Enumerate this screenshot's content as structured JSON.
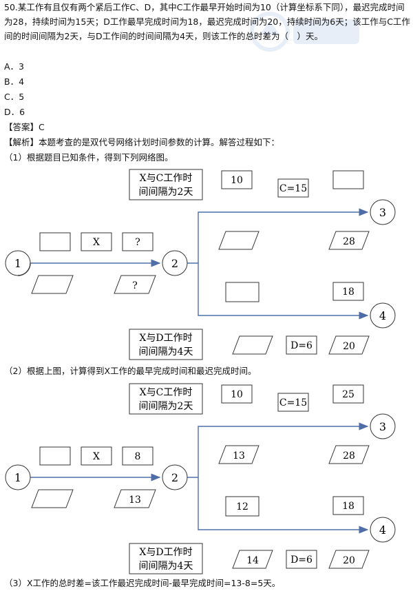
{
  "question": {
    "text": "50.某工作有且仅有两个紧后工作C、D，其中C工作最早开始时间为10（计算坐标系下同），最迟完成时间为28，持续时间为15天；D工作最早完成时间为18，最迟完成时间为20，持续时间为6天；该工作与C工作间的时间间隔为2天，与D工作间的时间间隔为4天，则该工作的总时差为（　）天。",
    "options": [
      "A．3",
      "B．4",
      "C．5",
      "D．6"
    ]
  },
  "answer": "【答案】C",
  "analysis": "【解析】本题考查的是双代号网络计划时间参数的计算。解答过程如下：",
  "step1": "（1）根据题目已知条件，得到下列网络图。",
  "step2": "（2）根据上图，计算得到X工作的最早完成时间和最迟完成时间。",
  "step3": "（3）X工作的总时差=该工作最迟完成时间-最早完成时间=13-8=5天。",
  "diagram1": {
    "note_c": [
      "X与C工作时",
      "间间隔为2天"
    ],
    "note_d": [
      "X与D工作时",
      "间间隔为4天"
    ],
    "nodes": [
      "1",
      "2",
      "3",
      "4"
    ],
    "x_label": "X",
    "x_top_right": "?",
    "x_bottom_right": "?",
    "c_top_left": "10",
    "c_label": "C=15",
    "c_top_right": "",
    "c_bottom_left": "",
    "c_bottom_right": "28",
    "d_top_left": "",
    "d_top_right": "18",
    "d_label": "D=6",
    "d_bottom_left": "",
    "d_bottom_right": "20"
  },
  "diagram2": {
    "note_c": [
      "X与C工作时",
      "间间隔为2天"
    ],
    "note_d": [
      "X与D工作时",
      "间间隔为4天"
    ],
    "nodes": [
      "1",
      "2",
      "3",
      "4"
    ],
    "x_label": "X",
    "x_top_right": "8",
    "x_bottom_right": "13",
    "c_top_left": "10",
    "c_label": "C=15",
    "c_top_right": "25",
    "c_bottom_left": "13",
    "c_bottom_right": "28",
    "d_top_left": "12",
    "d_top_right": "18",
    "d_label": "D=6",
    "d_bottom_left": "14",
    "d_bottom_right": "20"
  }
}
